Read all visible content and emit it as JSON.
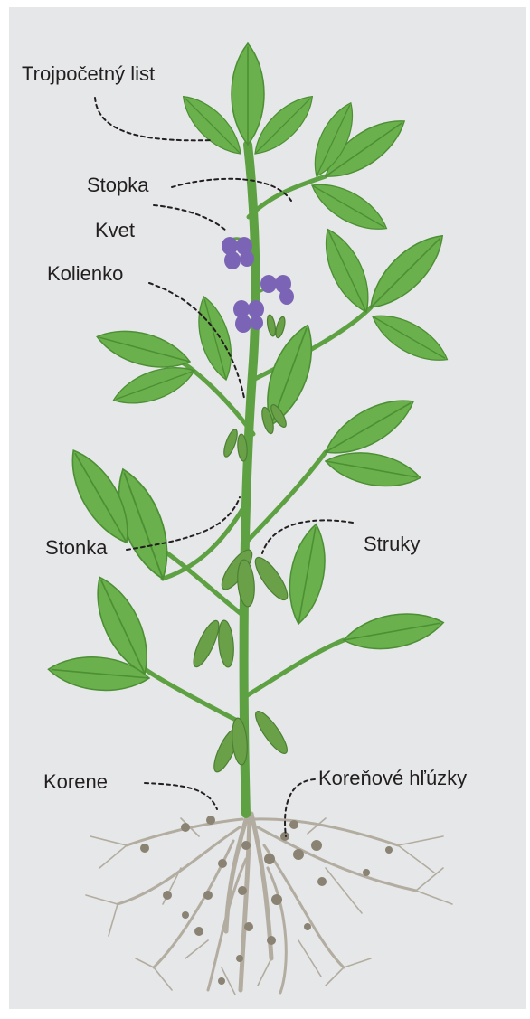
{
  "labels": {
    "trifoliate_leaf": "Trojpočetný list",
    "petiole": "Stopka",
    "flower": "Kvet",
    "node": "Kolienko",
    "stem": "Stonka",
    "pods": "Struky",
    "roots": "Korene",
    "root_nodules": "Koreňové hľúzky"
  },
  "colors": {
    "background": "#e6e7e8",
    "leaf": "#6ab04c",
    "stem": "#5ea142",
    "flower": "#7b64b6",
    "root": "#b3aca0",
    "nodule": "#8a8272",
    "text": "#231f20"
  }
}
